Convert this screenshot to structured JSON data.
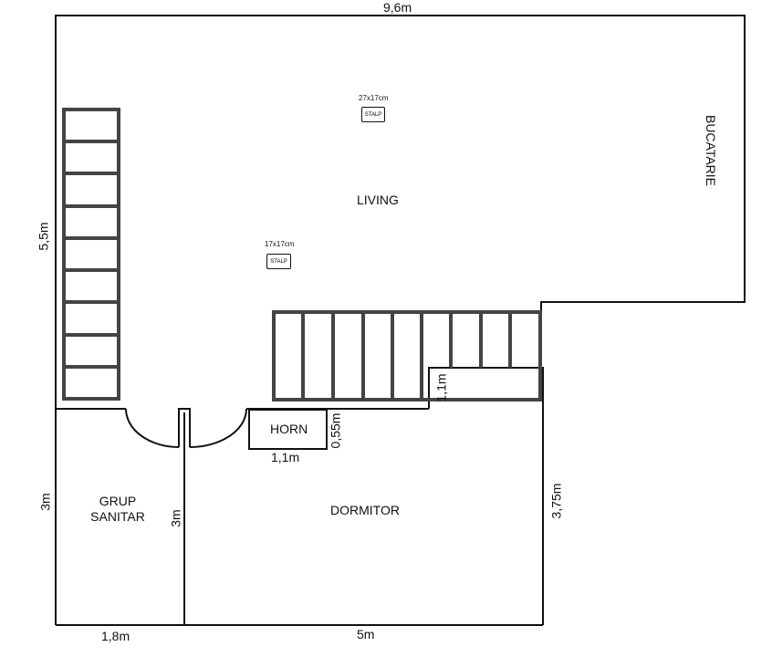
{
  "plan": {
    "rooms": {
      "living": "LIVING",
      "bucatarie": "BUCATARIE",
      "dormitor": "DORMITOR",
      "grup_sanitar_line1": "GRUP",
      "grup_sanitar_line2": "SANITAR",
      "horn": "HORN"
    },
    "dimensions": {
      "top_width": "9,6m",
      "left_height": "5,5m",
      "sanitar_height": "3m",
      "sanitar_inner_height": "3m",
      "sanitar_width": "1,8m",
      "dormitor_width": "5m",
      "dormitor_height": "3,75m",
      "horn_width": "1,1m",
      "horn_height": "0,55m",
      "stair_step": "1,1m"
    },
    "columns": [
      {
        "size": "27x17cm",
        "label": "STALP"
      },
      {
        "size": "17x17cm",
        "label": "STALP"
      }
    ],
    "stairs": {
      "left_steps": 9,
      "horizontal_steps": 9
    }
  }
}
